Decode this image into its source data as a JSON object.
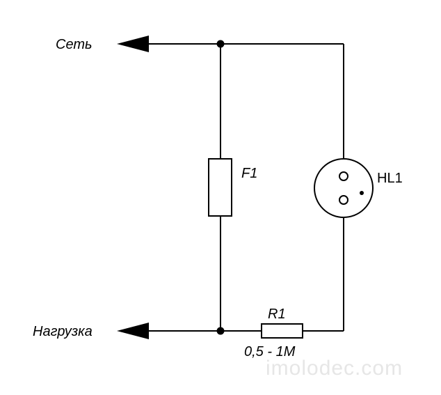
{
  "labels": {
    "network": "Сеть",
    "load": "Нагрузка",
    "fuse_ref": "F1",
    "lamp_ref": "HL1",
    "resistor_ref": "R1",
    "resistor_value": "0,5 - 1M"
  },
  "watermark": "imolodec.com",
  "colors": {
    "line": "#000000",
    "background": "#ffffff",
    "watermark": "#e6e6e6"
  }
}
